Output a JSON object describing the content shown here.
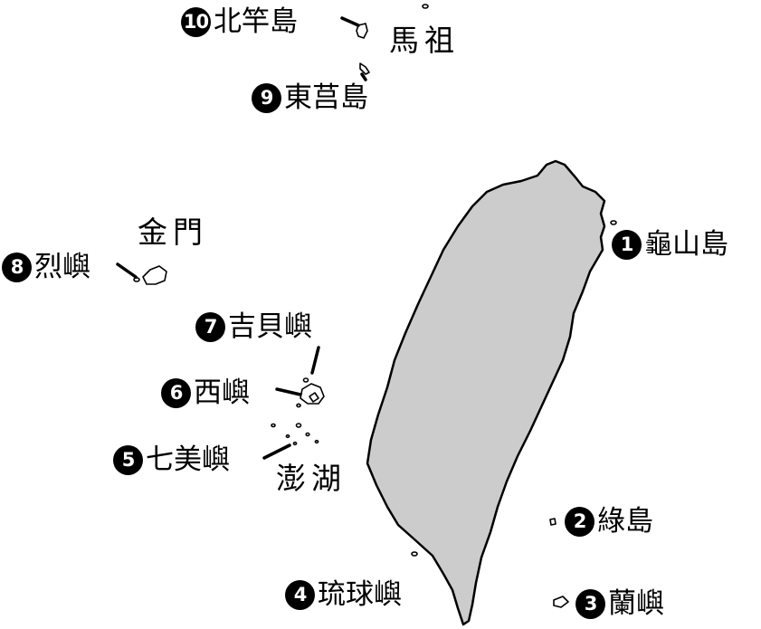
{
  "groups": {
    "matsu": "馬祖",
    "kinmen": "金門",
    "penghu": "澎湖"
  },
  "islands": [
    {
      "num": "1",
      "name": "龜山島"
    },
    {
      "num": "2",
      "name": "綠島"
    },
    {
      "num": "3",
      "name": "蘭嶼"
    },
    {
      "num": "4",
      "name": "琉球嶼"
    },
    {
      "num": "5",
      "name": "七美嶼"
    },
    {
      "num": "6",
      "name": "西嶼"
    },
    {
      "num": "7",
      "name": "吉貝嶼"
    },
    {
      "num": "8",
      "name": "烈嶼"
    },
    {
      "num": "9",
      "name": "東莒島"
    },
    {
      "num": "10",
      "name": "北竿島"
    }
  ]
}
